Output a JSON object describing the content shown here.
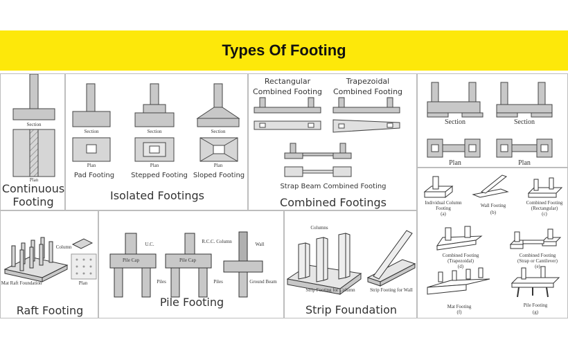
{
  "title": "Types Of Footing",
  "colors": {
    "banner": "#fde80a",
    "fill": "#c8c8c8",
    "stroke": "#333333"
  },
  "continuous": {
    "section_label": "Section",
    "plan_label": "Plan",
    "caption_line1": "Continuous",
    "caption_line2": "Footing"
  },
  "isolated": {
    "section_labels": [
      "Section",
      "Section",
      "Section"
    ],
    "plan_labels": [
      "Plan",
      "Plan",
      "Plan"
    ],
    "names": [
      "Pad Footing",
      "Stepped Footing",
      "Sloped Footing"
    ],
    "caption": "Isolated Footings"
  },
  "combined": {
    "rect_line1": "Rectangular",
    "rect_line2": "Combined Footing",
    "trap_line1": "Trapezoidal",
    "trap_line2": "Combined Footing",
    "strap": "Strap Beam Combined Footing",
    "caption": "Combined Footings"
  },
  "cantilever": {
    "section_labels": [
      "Section",
      "Section"
    ],
    "plan_labels": [
      "Plan",
      "Plan"
    ]
  },
  "types_grid": {
    "labels": [
      {
        "line1": "Individual Column",
        "line2": "Footing",
        "tag": "(a)"
      },
      {
        "line1": "Wall Footing",
        "line2": "",
        "tag": "(b)"
      },
      {
        "line1": "Combined Footing",
        "line2": "(Rectangular)",
        "tag": "(c)"
      },
      {
        "line1": "Combined Footing",
        "line2": "(Trapezoidal)",
        "tag": "(d)"
      },
      {
        "line1": "Combined Footing",
        "line2": "(Strap or Cantilever)",
        "tag": "(e)"
      },
      {
        "line1": "Mat Footing",
        "line2": "",
        "tag": "(f)"
      },
      {
        "line1": "Pile Footing",
        "line2": "",
        "tag": "(g)"
      }
    ]
  },
  "raft": {
    "caption": "Raft Footing",
    "slab_label": "Mat Raft Foundation",
    "col_label": "Column",
    "plan_label": "Plan"
  },
  "pile": {
    "left": {
      "uc": "U.C.",
      "cap": "Pile Cap",
      "piles": "Piles"
    },
    "mid": {
      "col": "R.C.C. Column",
      "cap": "Pile Cap",
      "piles": "Piles"
    },
    "right": {
      "wall": "Wall",
      "beam": "Ground Beam"
    },
    "caption": "Pile Footing"
  },
  "strip": {
    "col_label": "Columns",
    "left_label": "Strip Footing for Column",
    "right_label": "Strip Footing for Wall",
    "caption": "Strip Foundation"
  }
}
